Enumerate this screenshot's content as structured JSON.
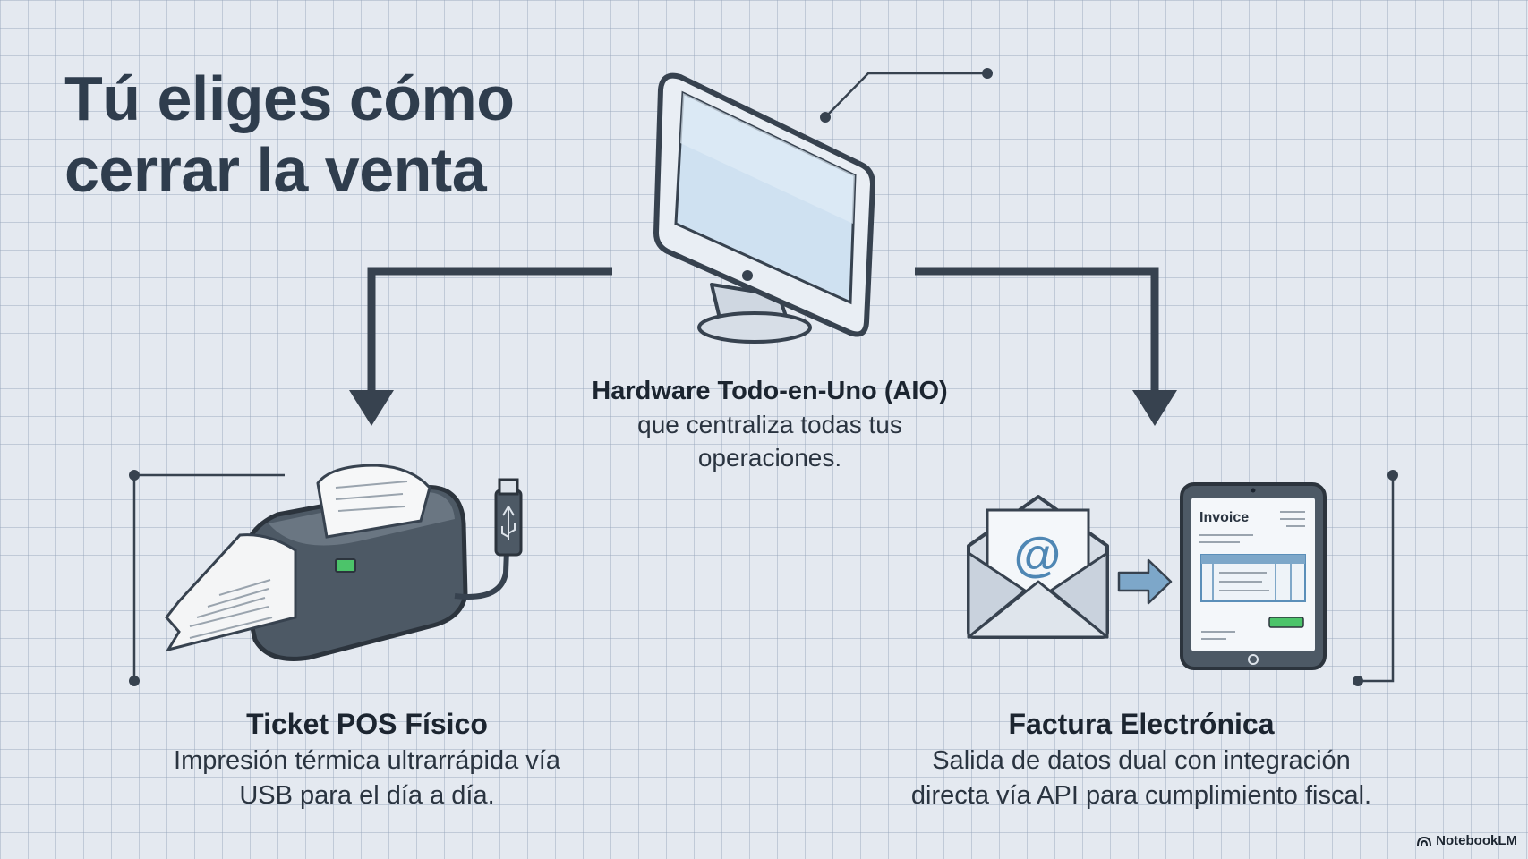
{
  "title": {
    "line1": "Tú eliges cómo",
    "line2": "cerrar la venta"
  },
  "center": {
    "heading": "Hardware Todo-en-Uno (AIO)",
    "desc_line1": "que centraliza todas tus",
    "desc_line2": "operaciones."
  },
  "left": {
    "heading": "Ticket POS Físico",
    "desc_line1": "Impresión térmica ultrarrápida vía",
    "desc_line2": "USB para el día a día."
  },
  "right": {
    "heading": "Factura Electrónica",
    "desc_line1": "Salida de datos dual con integración",
    "desc_line2": "directa vía API para cumplimiento fiscal."
  },
  "invoice_label": "Invoice",
  "email_symbol": "@",
  "brand": "NotebookLM",
  "icons": [
    "monitor-icon",
    "receipt-printer-icon",
    "usb-plug-icon",
    "email-envelope-icon",
    "tablet-invoice-icon",
    "arrow-right-icon",
    "notebooklm-logo-icon"
  ],
  "colors": {
    "dark": "#37424f",
    "accent_blue": "#5b8fb9",
    "led_green": "#4cc46a"
  }
}
